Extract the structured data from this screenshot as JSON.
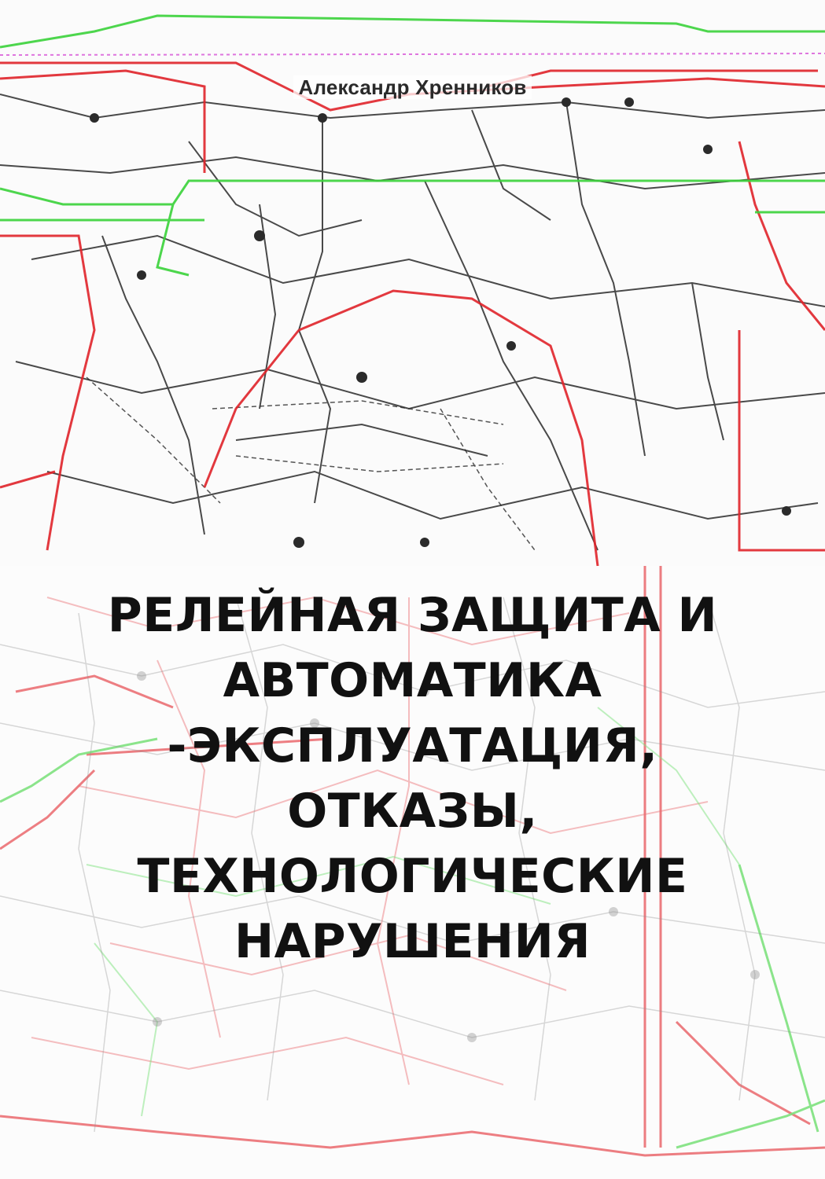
{
  "cover": {
    "author": "Александр Хренников",
    "title_lines": [
      "РЕЛЕЙНАЯ ЗАЩИТА И",
      "АВТОМАТИКА",
      "-ЭКСПЛУАТАЦИЯ,",
      "ОТКАЗЫ,",
      "ТЕХНОЛОГИЧЕСКИЕ",
      "НАРУШЕНИЯ"
    ]
  },
  "colors": {
    "line_red": "#e0242a",
    "line_green": "#3ad23a",
    "line_dark": "#2b2b2b",
    "line_magenta": "#d23cd2",
    "title_text": "#111111",
    "author_text": "#2a2a2a"
  },
  "icons": [
    "power-grid-schematic-illustration"
  ]
}
